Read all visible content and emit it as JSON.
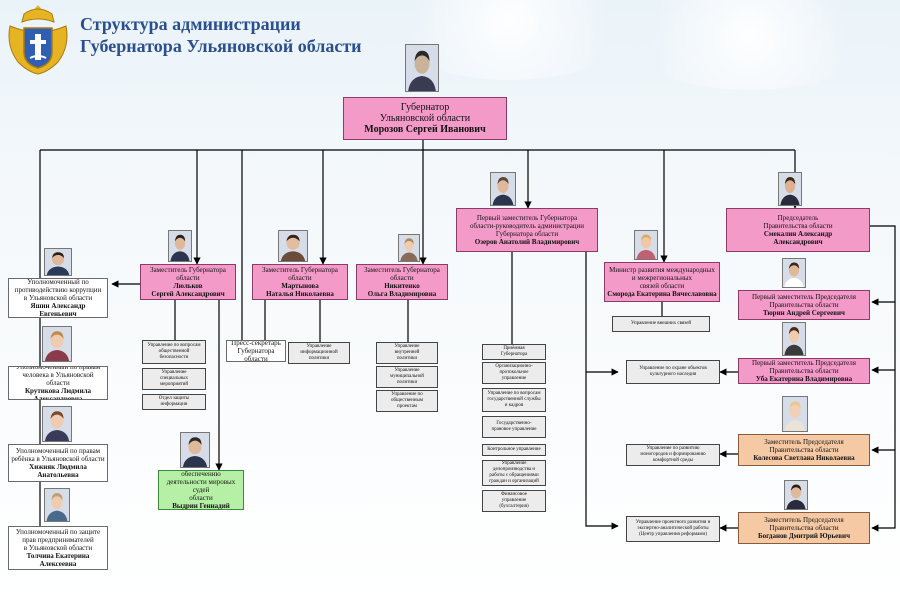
{
  "title": {
    "line1": "Структура администрации",
    "line2": "Губернатора Ульяновской области"
  },
  "colors": {
    "pink": "#f49ac9",
    "peach": "#f6c9a5",
    "green": "#b6f0a6",
    "title": "#2a4f8f",
    "line": "#000000"
  },
  "icons": {
    "crest": "coat-of-arms-icon",
    "photo": "portrait-photo-icon"
  },
  "boxes": [
    {
      "key": "governor",
      "style": "pink big",
      "title": "Губернатор\nУльяновской области",
      "name": "Морозов Сергей Иванович",
      "photo": "gov"
    },
    {
      "key": "dep-lyulkov",
      "style": "pink",
      "title": "Заместитель Губернатора\nобласти",
      "name": "Люльков\nСергей Александрович",
      "photo": "lyulkov"
    },
    {
      "key": "dep-martynova",
      "style": "pink",
      "title": "Заместитель Губернатора\nобласти",
      "name": "Мартынова\nНаталья Николаевна",
      "photo": "martynova"
    },
    {
      "key": "dep-nikitenko",
      "style": "pink",
      "title": "Заместитель Губернатора\nобласти",
      "name": "Никитенко\nОльга Владимировна",
      "photo": "nikitenko"
    },
    {
      "key": "first-dep-ozerov",
      "style": "pink",
      "title": "Первый заместитель Губернатора\nобласти-руководитель администрации\nГубернатора области",
      "name": "Озеров Анатолий Владимирович",
      "photo": "ozerov"
    },
    {
      "key": "minister-smoroda",
      "style": "pink",
      "title": "Министр развития международных\nи межрегиональных\nсвязей области",
      "name": "Сморода Екатерина Вячеславовна",
      "photo": "smoroda"
    },
    {
      "key": "chairman",
      "style": "pink",
      "title": "Председатель\nПравительства области",
      "name": "Смекалин Александр\nАлександрович",
      "photo": "smekalin"
    },
    {
      "key": "first-dep-tyurin",
      "style": "pink",
      "title": "Первый заместитель Председателя\nПравительства области",
      "name": "Тюрин Андрей Сергеевич",
      "photo": "tyurin"
    },
    {
      "key": "first-dep-uba",
      "style": "pink",
      "title": "Первый заместитель Председателя\nПравительства области",
      "name": "Уба Екатерина Владимировна",
      "photo": "uba"
    },
    {
      "key": "dep-kolesova",
      "style": "peach",
      "title": "Заместитель Председателя\nПравительства области",
      "name": "Колесова Светлана Николаевна",
      "photo": "kolesova"
    },
    {
      "key": "dep-bogdanov",
      "style": "peach",
      "title": "Заместитель Председателя\nПравительства области",
      "name": "Богданов Дмитрий Юрьевич",
      "photo": "bogdanov"
    },
    {
      "key": "ombuds-corruption",
      "style": "white",
      "title": "Уполномоченный по\nпротиводействию коррупции\nв Ульяновской области",
      "name": "Яшин Александр\nЕвгеньевич",
      "photo": "yashin"
    },
    {
      "key": "ombuds-human",
      "style": "white",
      "title": "Уполномоченный по правам\nчеловека в Ульяновской области",
      "name": "Крутикова Людмила\nАлександровна",
      "photo": "krutikova"
    },
    {
      "key": "ombuds-child",
      "style": "white",
      "title": "Уполномоченный по правам\nребёнка в Ульяновской области",
      "name": "Хижняк Людмила\nАнатольевна",
      "photo": "khizhnyak"
    },
    {
      "key": "ombuds-business",
      "style": "white",
      "title": "Уполномоченный по защите\nправ предпринимателей\nв Ульяновской области",
      "name": "Толчина Екатерина\nАлексеевна",
      "photo": "tolchina"
    },
    {
      "key": "agency-courts",
      "style": "green",
      "title": "Агентство по обеспечению\nдеятельности мировых судей\nобласти",
      "name": "Выдрин Геннадий Петрович",
      "photo": "vydrin"
    },
    {
      "key": "press-sec",
      "style": "white",
      "title": "Пресс-секретарь\nГубернатора области",
      "name": ""
    },
    {
      "key": "u-security",
      "style": "gray",
      "title": "Управление по вопросам\nобщественной\nбезопасности",
      "name": ""
    },
    {
      "key": "u-special",
      "style": "gray",
      "title": "Управление\nспециальных\nмероприятий",
      "name": ""
    },
    {
      "key": "u-secret",
      "style": "gray",
      "title": "Отдел защиты\nинформации",
      "name": ""
    },
    {
      "key": "u-info",
      "style": "gray",
      "title": "Управление\nинформационной\nполитики",
      "name": ""
    },
    {
      "key": "u-internal",
      "style": "gray",
      "title": "Управление\nвнутренней\nполитики",
      "name": ""
    },
    {
      "key": "u-municipal",
      "style": "gray",
      "title": "Управление\nмуниципальной\nполитики",
      "name": ""
    },
    {
      "key": "u-projects",
      "style": "gray",
      "title": "Управление по\nобщественным\nпроектам",
      "name": ""
    },
    {
      "key": "u-reception",
      "style": "gray",
      "title": "Приёмная\nГубернатора",
      "name": ""
    },
    {
      "key": "u-org",
      "style": "gray",
      "title": "Организационно-\nпротокольное\nуправление",
      "name": ""
    },
    {
      "key": "u-civil",
      "style": "gray",
      "title": "Управление по вопросам\nгосударственной службы\nи кадров",
      "name": ""
    },
    {
      "key": "u-legal",
      "style": "gray",
      "title": "Государственно-\nправовое управление",
      "name": ""
    },
    {
      "key": "u-control",
      "style": "gray",
      "title": "Контрольное управление",
      "name": ""
    },
    {
      "key": "u-docs",
      "style": "gray",
      "title": "Управление\nделопроизводства и\nработы с обращениями\nграждан и организаций",
      "name": ""
    },
    {
      "key": "u-finance",
      "style": "gray",
      "title": "Финансовое\nуправление\n(бухгалтерия)",
      "name": ""
    },
    {
      "key": "u-external",
      "style": "gray",
      "title": "Управление внешних связей",
      "name": ""
    },
    {
      "key": "u-heritage",
      "style": "gray",
      "title": "Управление по охране объектов\nкультурного наследия",
      "name": ""
    },
    {
      "key": "u-comfort",
      "style": "gray",
      "title": "Управление по развитию\nмоногородов и формированию\nкомфортной среды",
      "name": ""
    },
    {
      "key": "u-reforms",
      "style": "gray",
      "title": "Управление проектного развития и\nэкспертно-аналитической работы\n(Центр управления реформами)",
      "name": ""
    }
  ]
}
